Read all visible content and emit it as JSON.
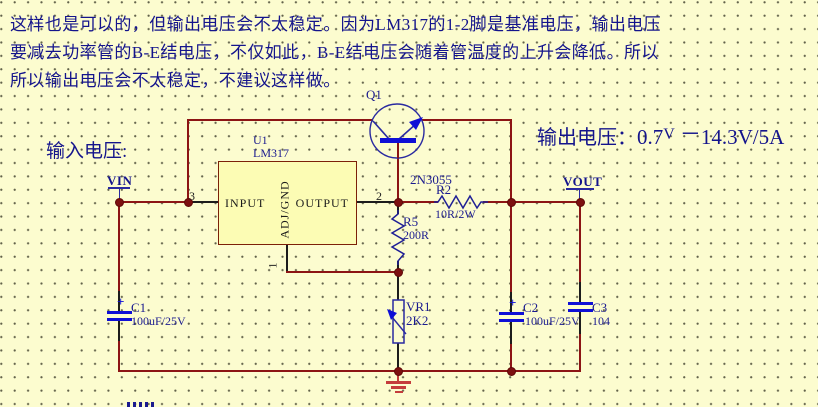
{
  "annotation": {
    "line1": "这样也是可以的，但输出电压会不太稳定。因为LM317的1-2脚是基准电压，输出电压",
    "line2": "要减去功率管的B-E结电压，不仅如此，B-E结电压会随着管温度的上升会降低。所以",
    "line3": "所以输出电压会不太稳定，不建议这样做。"
  },
  "headings": {
    "input_voltage": "输入电压:",
    "output_voltage": "输出电压：",
    "output_v_low": "0.7",
    "output_v_unit": "V",
    "output_dash": "－",
    "output_v_high": "14.3V/5A"
  },
  "nets": {
    "vin": "VIN",
    "vout": "VOUT"
  },
  "components": {
    "u1": {
      "refdes": "U1",
      "part": "LM317",
      "pin_input": "INPUT",
      "pin_output": "OUTPUT",
      "pin_adj": "ADJ/GND",
      "pin1": "1",
      "pin2": "2",
      "pin3": "3"
    },
    "q1": {
      "refdes": "Q1",
      "part": "2N3055"
    },
    "r2": {
      "refdes": "R2",
      "value": "10R/2W"
    },
    "r5": {
      "refdes": "R5",
      "value": "200R"
    },
    "vr1": {
      "refdes": "VR1",
      "value": "2K2"
    },
    "c1": {
      "refdes": "C1",
      "value": "100uF/25V",
      "plus": "+"
    },
    "c2": {
      "refdes": "C2",
      "value": "100uF/25V",
      "plus": "+"
    },
    "c3": {
      "refdes": "C3",
      "value": "104"
    }
  },
  "colors": {
    "background": "#fcfccf",
    "wire": "#8c1414",
    "annotation_text": "#14148c",
    "component_blue": "#0f0fd6",
    "symbol_navy": "#2a2aa0",
    "part_fill": "#fcfcb4",
    "part_border": "#7c2008",
    "ground_red": "#c43c3c"
  }
}
